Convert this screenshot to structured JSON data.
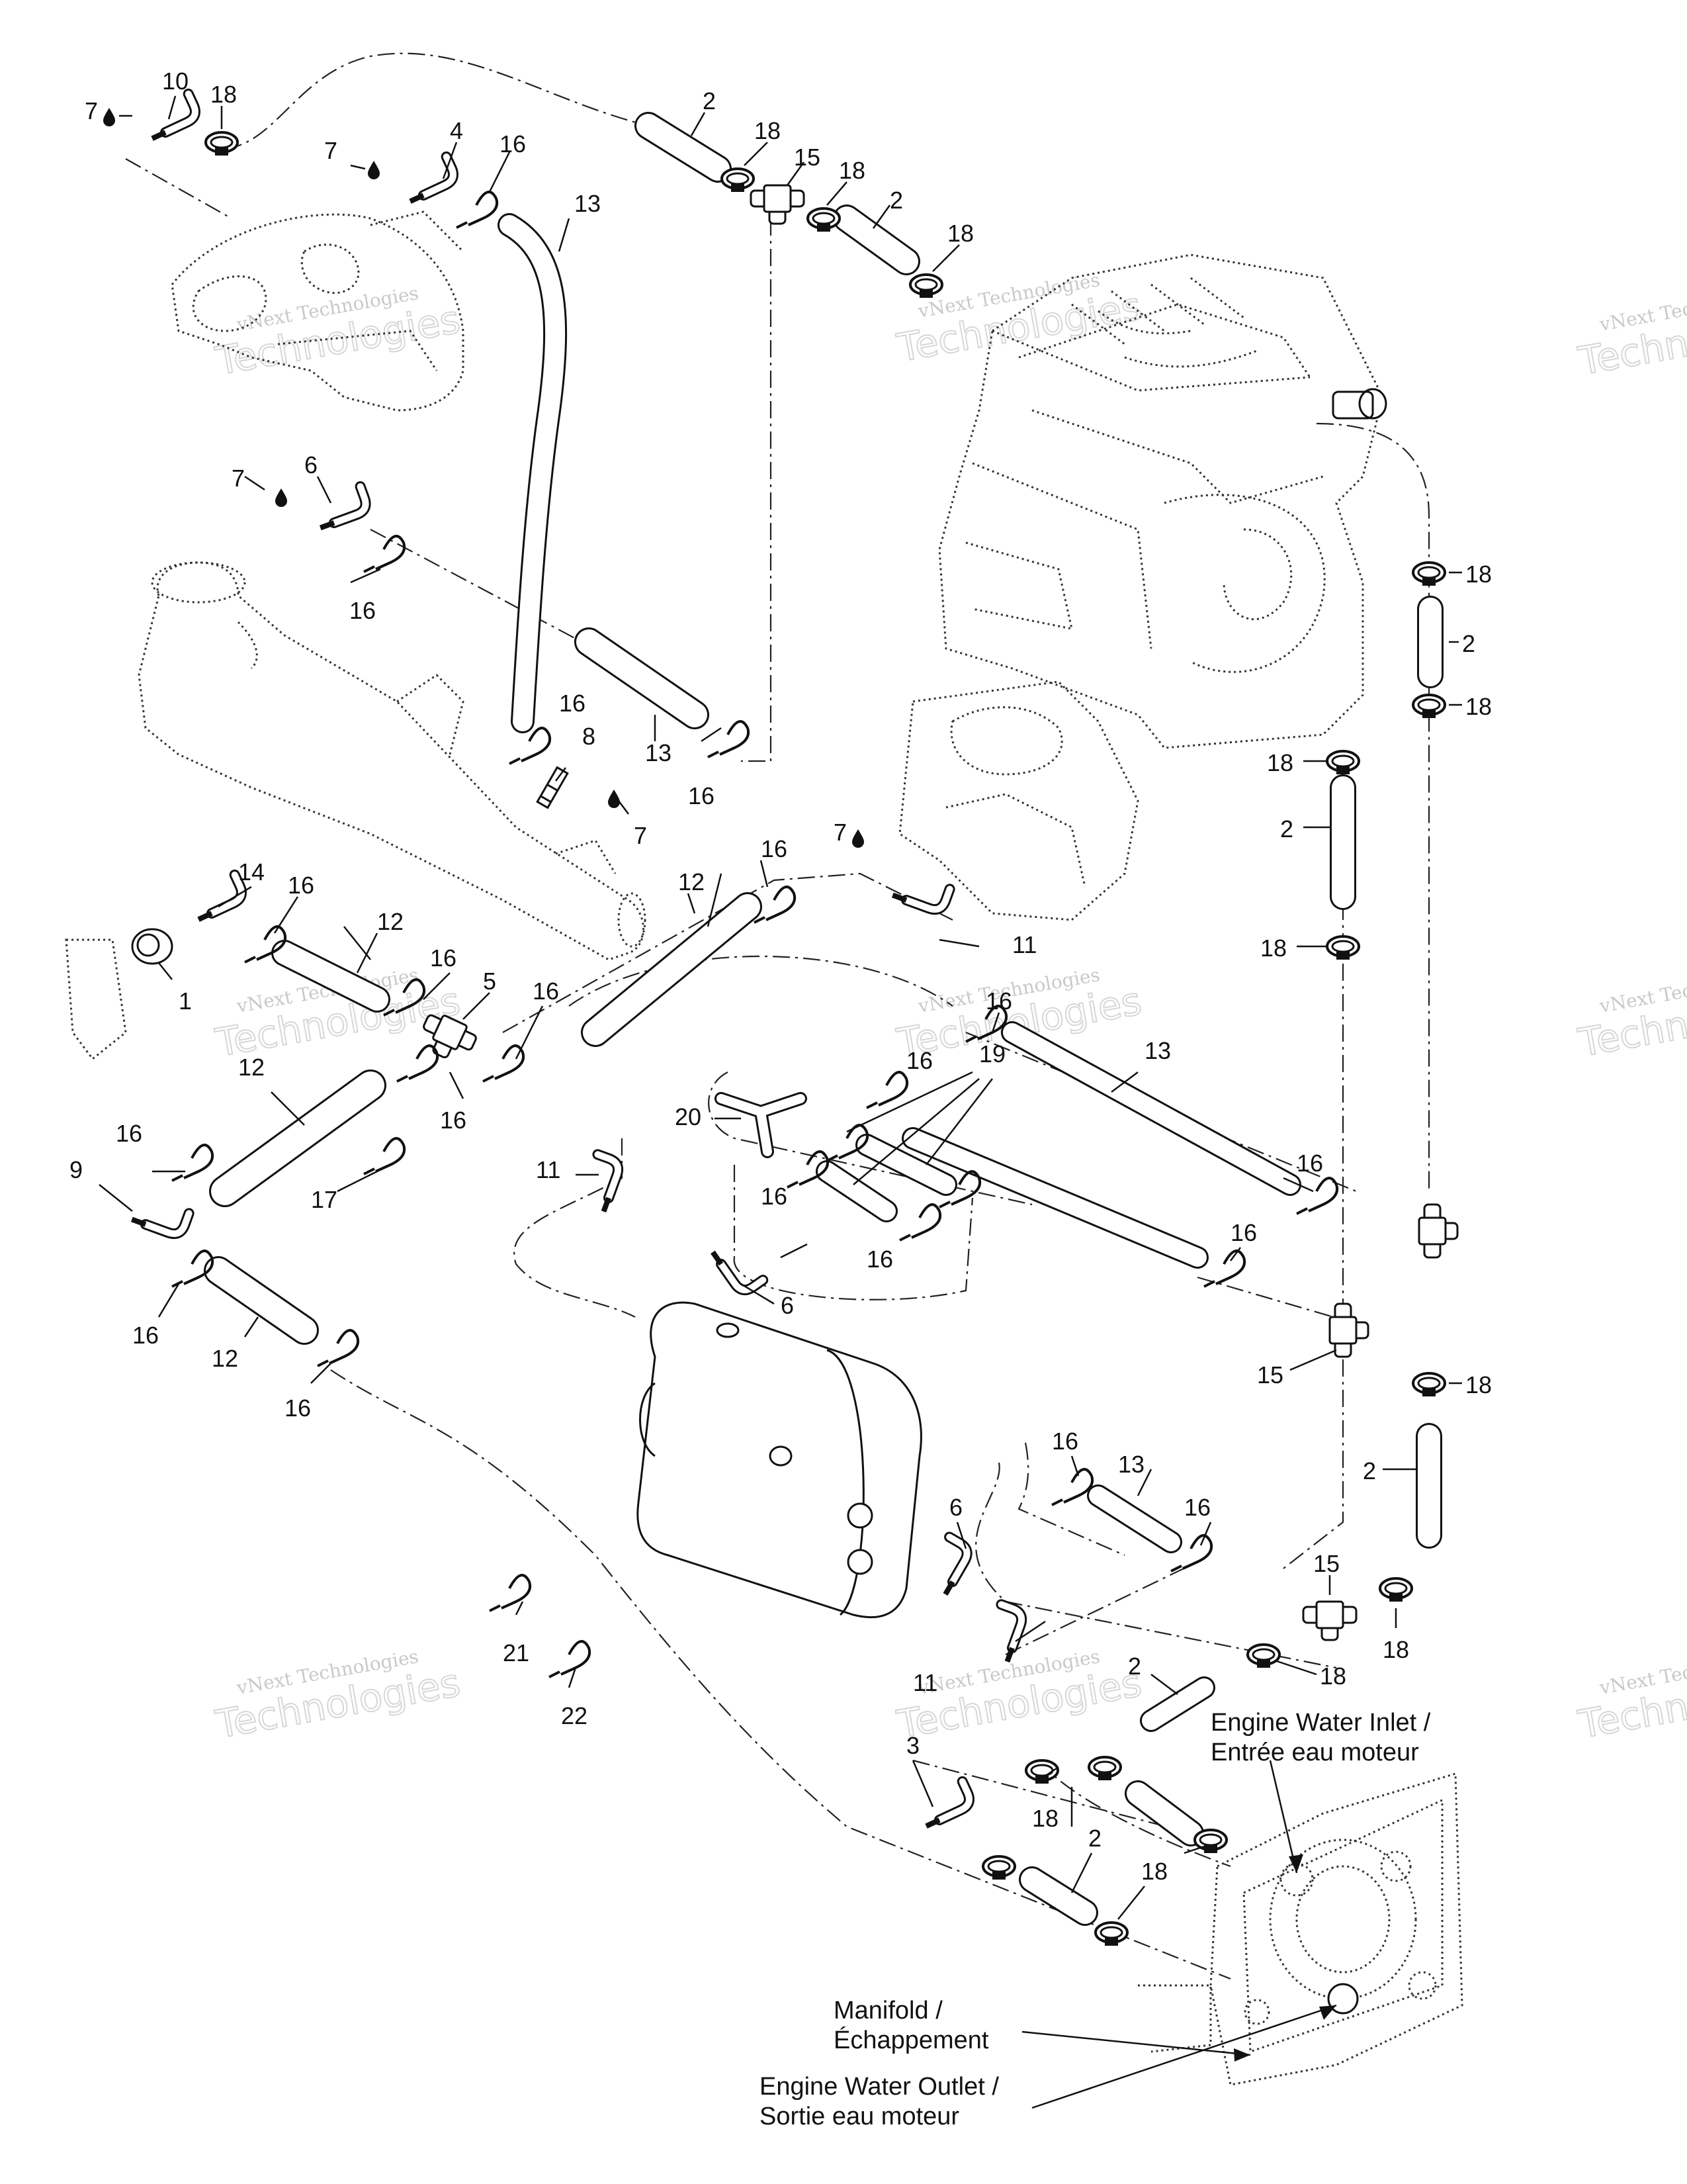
{
  "callouts": {
    "c1": "1",
    "c2": "2",
    "c3": "3",
    "c4": "4",
    "c5": "5",
    "c6": "6",
    "c7": "7",
    "c8": "8",
    "c9": "9",
    "c10": "10",
    "c11": "11",
    "c12": "12",
    "c13": "13",
    "c14": "14",
    "c15": "15",
    "c16": "16",
    "c17": "17",
    "c18": "18",
    "c19": "19",
    "c20": "20",
    "c21": "21",
    "c22": "22"
  },
  "notes": {
    "inlet_line1": "Engine Water Inlet /",
    "inlet_line2": "Entrée eau moteur",
    "manifold_line1": "Manifold /",
    "manifold_line2": "Échappement",
    "outlet_line1": "Engine Water Outlet /",
    "outlet_line2": "Sortie eau moteur"
  },
  "watermark": {
    "line1": "vNext Technologies",
    "line2": "Technologies"
  },
  "icons": [
    "sealant-drop-icon",
    "hose-clamp-icon",
    "tie-clip-icon",
    "elbow-fitting-icon",
    "tee-fitting-icon"
  ]
}
